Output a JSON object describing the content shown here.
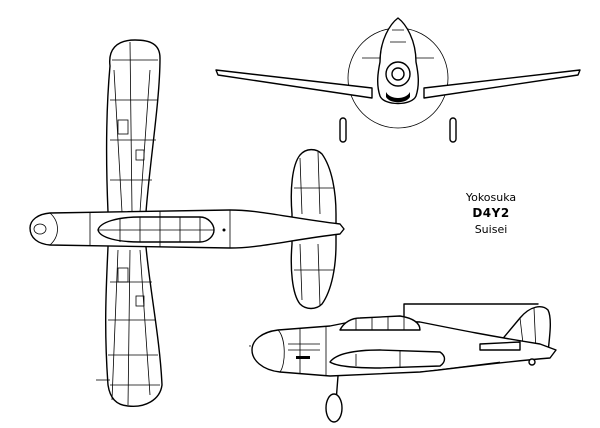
{
  "caption": {
    "manufacturer": "Yokosuka",
    "designation": "D4Y2",
    "name": "Suisei"
  },
  "colors": {
    "ink": "#000000",
    "paper": "#ffffff"
  }
}
